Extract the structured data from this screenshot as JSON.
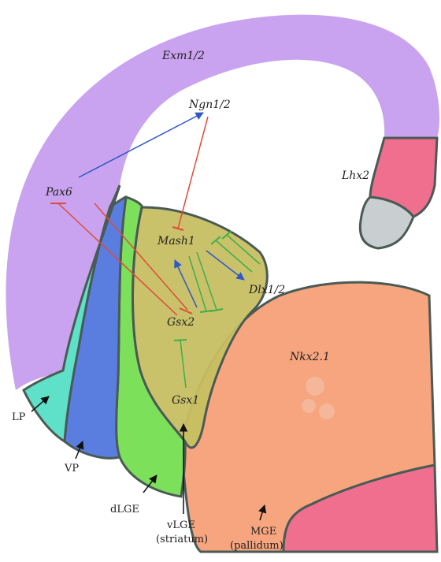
{
  "genes": {
    "exm": "Exm1/2",
    "ngn": "Ngn1/2",
    "lhx2": "Lhx2",
    "pax6": "Pax6",
    "mash1": "Mash1",
    "dlx": "Dlx1/2",
    "gsx2": "Gsx2",
    "nkx": "Nkx2.1",
    "gsx1": "Gsx1"
  },
  "regions": {
    "lp": "LP",
    "vp": "VP",
    "dlge": "dLGE",
    "vlge": "vLGE",
    "vlge_sub": "(striatum)",
    "mge": "MGE",
    "mge_sub": "(pallidum)"
  },
  "colors": {
    "cortex": "#c9a3ef",
    "lhx2": "#f06f8e",
    "hippocampus_tip": "#c9cfd0",
    "lp": "#5fe0c8",
    "vp": "#5a7ee0",
    "dlge": "#7de05a",
    "vlge": "#c7bf62",
    "mge": "#f7a57e",
    "pink_bottom": "#f06f8e",
    "outline": "#4a5a55",
    "activation_arrow": "#2f59c6",
    "repression_red": "#e04a3a",
    "repression_green": "#3fae4a"
  }
}
